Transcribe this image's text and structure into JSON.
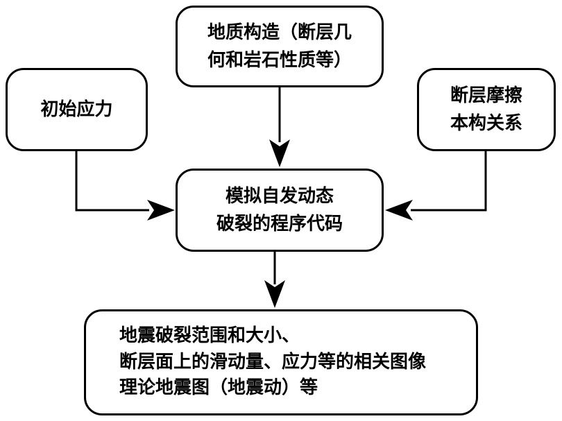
{
  "nodes": {
    "geology": {
      "lines": [
        "地质构造（断层几",
        "何和岩石性质等）"
      ]
    },
    "initial_stress": {
      "lines": [
        "初始应力"
      ]
    },
    "fault_friction": {
      "lines": [
        "断层摩擦",
        "本构关系"
      ]
    },
    "simulation_code": {
      "lines": [
        "模拟自发动态",
        "破裂的程序代码"
      ]
    },
    "results": {
      "lines": [
        "地震破裂范围和大小、",
        "断层面上的滑动量、应力等的相关图像",
        "理论地震图（地震动）等"
      ]
    }
  },
  "edges": [
    {
      "from": "geology",
      "to": "simulation_code"
    },
    {
      "from": "initial_stress",
      "to": "simulation_code"
    },
    {
      "from": "fault_friction",
      "to": "simulation_code"
    },
    {
      "from": "simulation_code",
      "to": "results"
    }
  ]
}
